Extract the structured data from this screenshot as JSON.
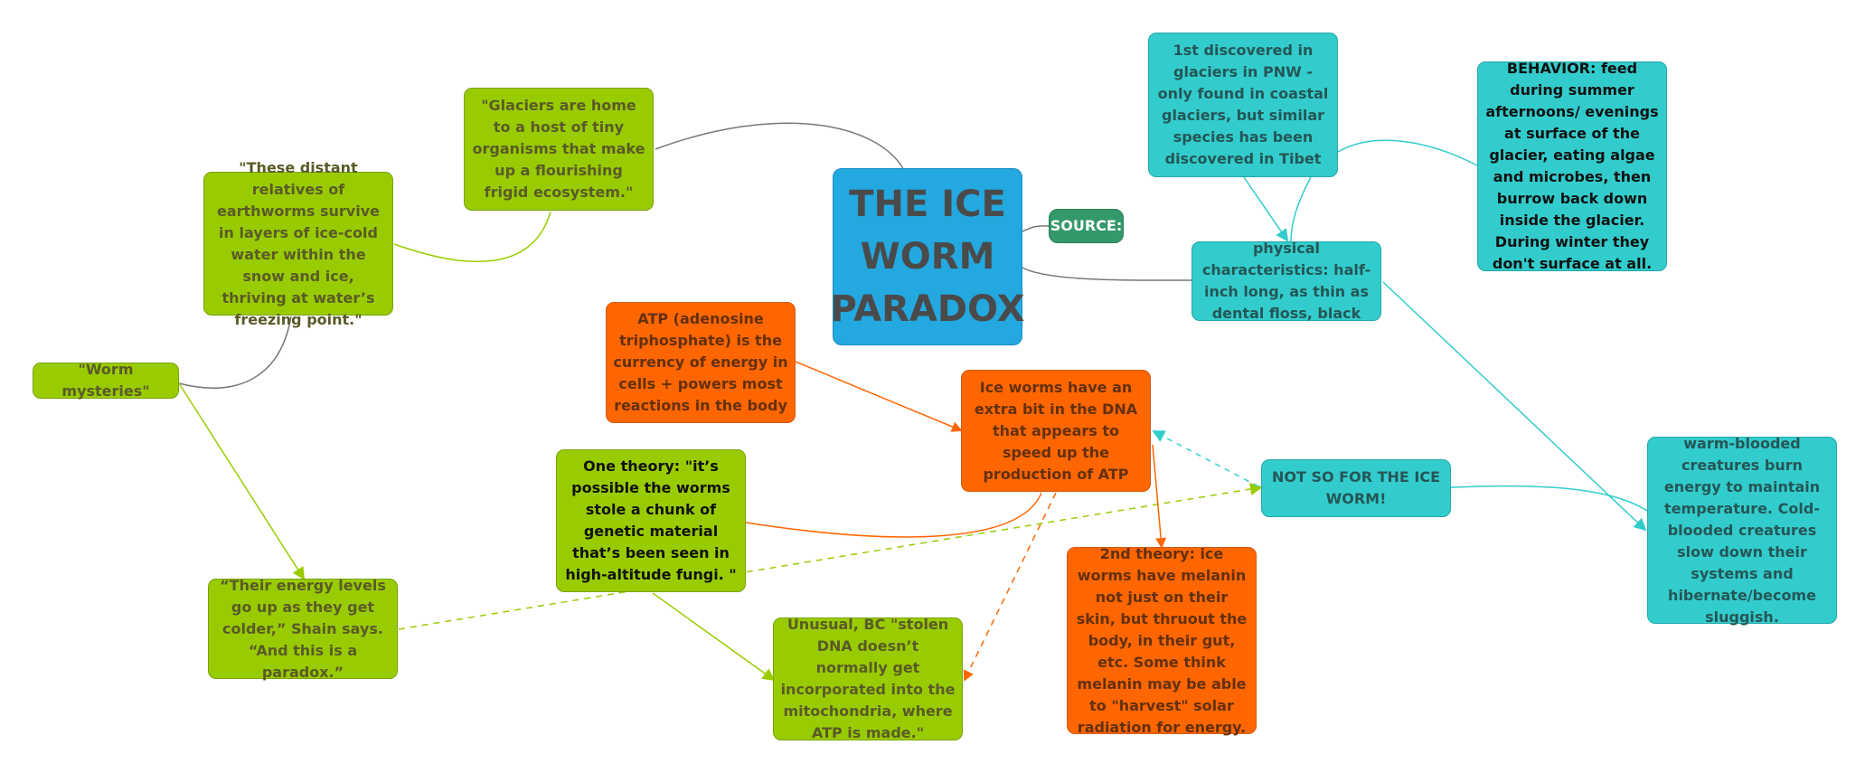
{
  "central": {
    "title": "THE ICE WORM PARADOX"
  },
  "source": {
    "label": "SOURCE:"
  },
  "nodes": {
    "glaciers_home": "\"Glaciers are home to a host of tiny organisms that make up a flourishing frigid ecosystem.\"",
    "distant_relatives": "\"These distant relatives of earthworms survive in layers of ice-cold water within the snow and ice, thriving at water’s freezing point.\"",
    "worm_mysteries": "\"Worm mysteries\"",
    "energy_levels": "“Their energy levels go up as they get colder,” Shain says. “And this is a paradox.”",
    "one_theory": "One theory: \"it’s possible the worms stole a chunk of genetic material that’s been seen in high-altitude fungi. \"",
    "unusual": "Unusual, BC \"stolen DNA doesn’t normally get incorporated into the mitochondria, where ATP is made.\"",
    "atp": "ATP (adenosine triphosphate) is the currency of energy in cells + powers most reactions in the body",
    "extra_dna": "Ice worms have an extra bit in the DNA that appears to speed up the production of ATP",
    "second_theory": "2nd theory: ice worms have melanin not just on their skin, but thruout the body, in their gut, etc. Some think melanin may be able to \"harvest\" solar radiation for energy.",
    "first_discovered": "1st discovered in glaciers in PNW - only found in coastal glaciers, but similar species has been discovered in Tibet",
    "behavior": "BEHAVIOR: feed during summer afternoons/ evenings at surface of the glacier, eating algae and microbes, then burrow back down inside the glacier. During winter they don't surface at all.",
    "physical": "physical characteristics: half-inch long, as thin as dental floss, black",
    "not_so": "NOT SO FOR THE ICE WORM!",
    "warm_blooded": "warm-blooded creatures burn energy to maintain temperature. Cold-blooded creatures slow down their systems and hibernate/become sluggish."
  },
  "colors": {
    "green": "#99cc00",
    "orange": "#ff6600",
    "teal": "#33cccc",
    "central": "#23a8e0",
    "source": "#34996a",
    "connector_gray": "#777777"
  }
}
